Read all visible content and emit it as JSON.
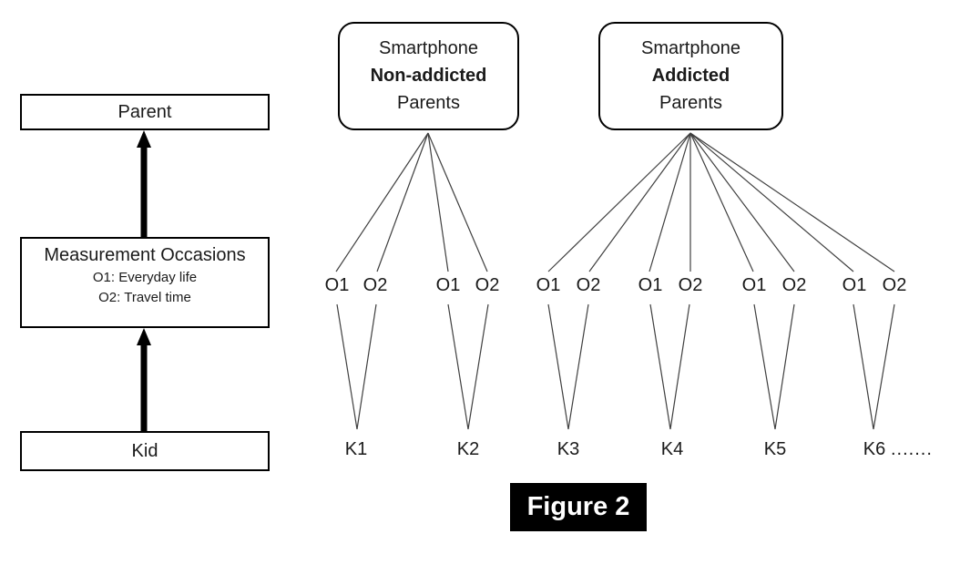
{
  "figure_label": "Figure 2",
  "colors": {
    "connector_line": "#3f3f3f",
    "arrow": "#000000",
    "caption_background": "#000000",
    "caption_text": "#ffffff"
  },
  "left_panel": {
    "parent_label": "Parent",
    "measurement": {
      "title": "Measurement Occasions",
      "occasion1": "O1: Everyday life",
      "occasion2": "O2: Travel time"
    },
    "kid_label": "Kid"
  },
  "occasions": {
    "o1": "O1",
    "o2": "O2"
  },
  "groups": [
    {
      "line1": "Smartphone",
      "line2": "Non-addicted",
      "line3": "Parents",
      "kids": [
        "K1",
        "K2"
      ]
    },
    {
      "line1": "Smartphone",
      "line2": "Addicted",
      "line3": "Parents",
      "kids": [
        "K3",
        "K4",
        "K5",
        "K6"
      ]
    }
  ],
  "ellipsis": "......."
}
